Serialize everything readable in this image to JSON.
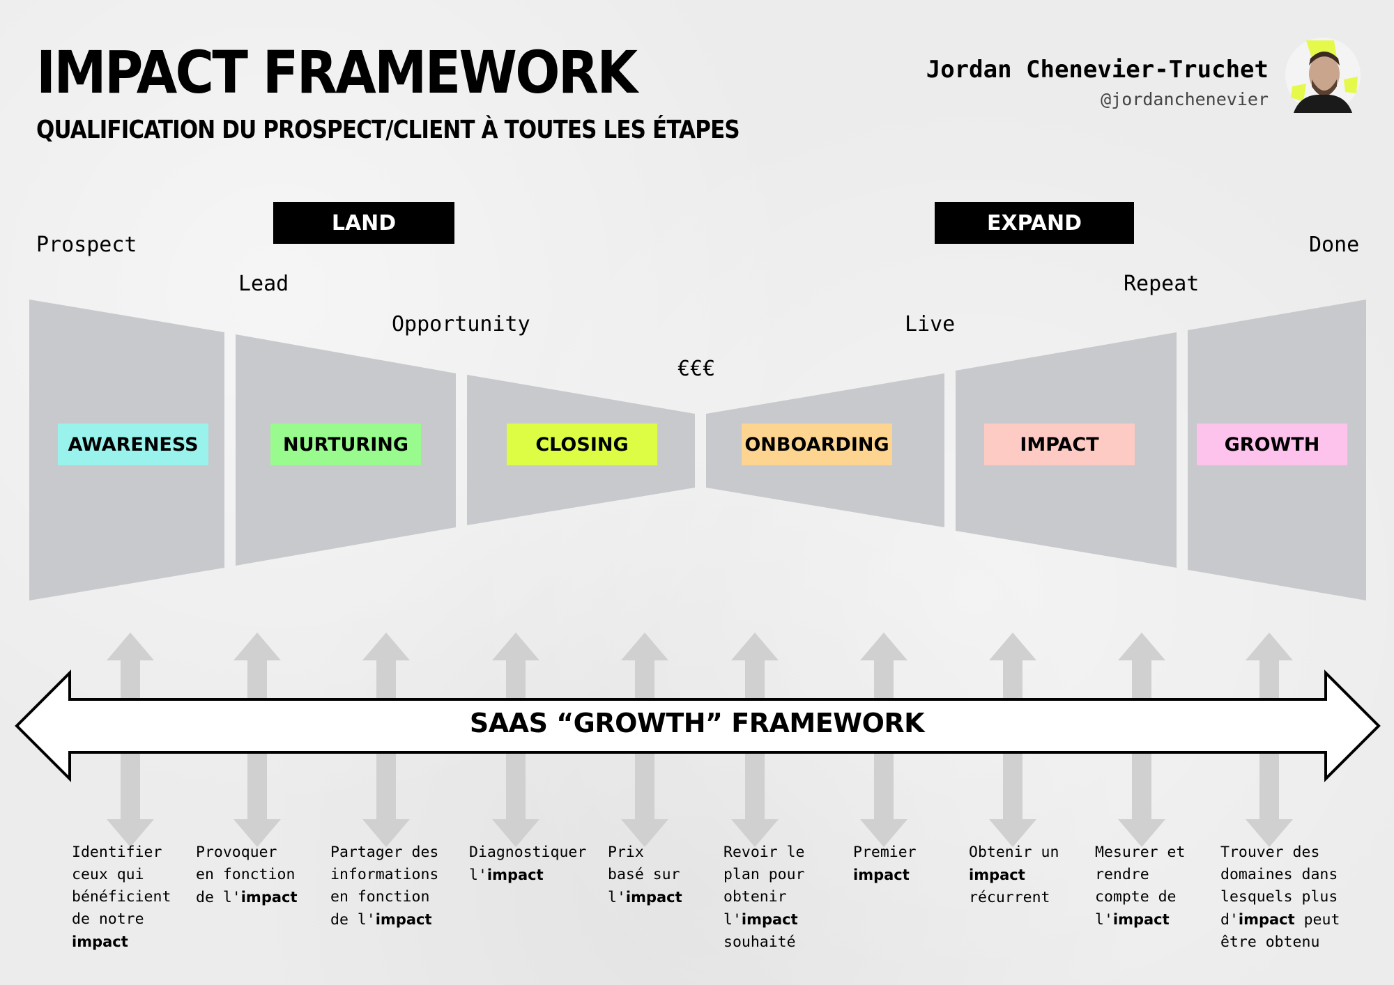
{
  "header": {
    "title": "IMPACT FRAMEWORK",
    "subtitle": "QUALIFICATION DU PROSPECT/CLIENT À TOUTES LES ÉTAPES",
    "author_name": "Jordan Chenevier-Truchet",
    "author_handle": "@jordanchenevier"
  },
  "phases": {
    "land": "LAND",
    "expand": "EXPAND"
  },
  "milestones": {
    "prospect": "Prospect",
    "lead": "Lead",
    "opportunity": "Opportunity",
    "money": "€€€",
    "live": "Live",
    "repeat": "Repeat",
    "done": "Done"
  },
  "stages": [
    {
      "label": "AWARENESS",
      "color": "#99f2ec"
    },
    {
      "label": "NURTURING",
      "color": "#99fb8e"
    },
    {
      "label": "CLOSING",
      "color": "#dcfd44"
    },
    {
      "label": "ONBOARDING",
      "color": "#fdd591"
    },
    {
      "label": "IMPACT",
      "color": "#fdcbc4"
    },
    {
      "label": "GROWTH",
      "color": "#fdc3ed"
    }
  ],
  "framework_label": "SAAS “GROWTH” FRAMEWORK",
  "descriptions": [
    {
      "lines": [
        "Identifier",
        "ceux qui",
        "bénéficient",
        "de notre"
      ],
      "impact_prefix": "",
      "impact": "impact",
      "impact_suffix": "",
      "after": []
    },
    {
      "lines": [
        "Provoquer",
        "en fonction"
      ],
      "impact_prefix": "de l'",
      "impact": "impact",
      "impact_suffix": "",
      "after": []
    },
    {
      "lines": [
        "Partager des",
        "informations",
        "en fonction"
      ],
      "impact_prefix": "de l'",
      "impact": "impact",
      "impact_suffix": "",
      "after": []
    },
    {
      "lines": [
        "Diagnostiquer"
      ],
      "impact_prefix": "l'",
      "impact": "impact",
      "impact_suffix": "",
      "after": []
    },
    {
      "lines": [
        "Prix",
        "basé sur"
      ],
      "impact_prefix": "l'",
      "impact": "impact",
      "impact_suffix": "",
      "after": []
    },
    {
      "lines": [
        "Revoir le",
        "plan pour",
        "obtenir"
      ],
      "impact_prefix": "l'",
      "impact": "impact",
      "impact_suffix": "",
      "after": [
        "souhaité"
      ]
    },
    {
      "lines": [
        "Premier"
      ],
      "impact_prefix": "",
      "impact": "impact",
      "impact_suffix": "",
      "after": []
    },
    {
      "lines": [
        "Obtenir un"
      ],
      "impact_prefix": "",
      "impact": "impact",
      "impact_suffix": "",
      "after": [
        "récurrent"
      ]
    },
    {
      "lines": [
        "Mesurer et",
        "rendre",
        "compte de"
      ],
      "impact_prefix": "l'",
      "impact": "impact",
      "impact_suffix": "",
      "after": []
    },
    {
      "lines": [
        "Trouver des",
        "domaines dans",
        "lesquels plus"
      ],
      "impact_prefix": "d'",
      "impact": "impact",
      "impact_suffix": " peut",
      "after": [
        "être obtenu"
      ]
    }
  ]
}
